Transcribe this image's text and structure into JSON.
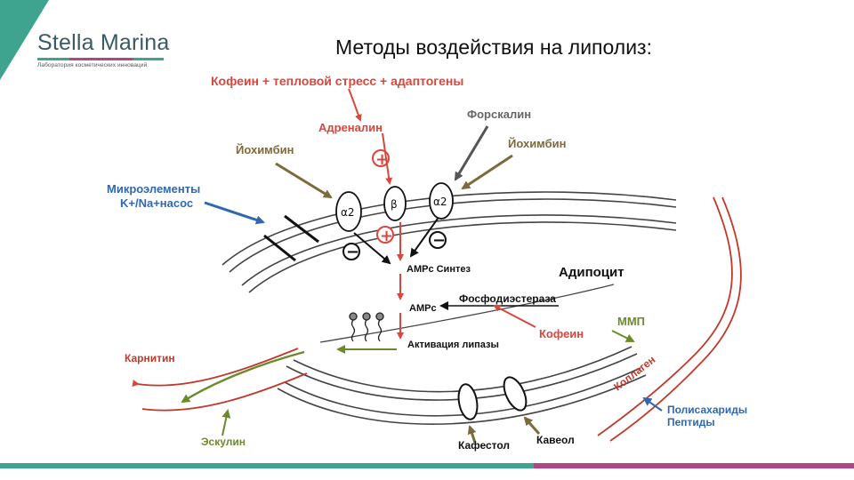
{
  "header": {
    "logo_name": "Stella Marina",
    "logo_tagline": "Лаборатория косметических инноваций",
    "title": "Методы воздействия на липолиз:"
  },
  "colors": {
    "teal": "#3fa48f",
    "magenta": "#b0468a",
    "red": "#d9463c",
    "brown": "#7d6a3c",
    "blue": "#2f68b0",
    "olive": "#6b8a2a",
    "gray": "#555555"
  },
  "diagram": {
    "top_label": "Кофеин + тепловой стресс + адаптогены",
    "adrenaline": "Адреналин",
    "forskolin": "Форскалин",
    "yohimbine_left": "Йохимбин",
    "yohimbine_right": "Йохимбин",
    "microelements_line1": "Микроэлементы",
    "microelements_line2": "K+/Na+насос",
    "receptor_a2_left": "α2",
    "receptor_beta": "β",
    "receptor_a2_right": "α2",
    "amp_synthesis": "AMPc Синтез",
    "adipocyte": "Адипоцит",
    "phosphodiesterase": "Фосфодиэстераза",
    "ampc": "AMPc",
    "caffeine": "Кофеин",
    "lipase_activation": "Активация липазы",
    "mmp": "ММП",
    "carnitine": "Карнитин",
    "collagen": "Коллаген",
    "polysaccharides_line1": "Полисахариды",
    "polysaccharides_line2": "Пептиды",
    "esculin": "Эскулин",
    "cafestol": "Кафестол",
    "kaveol": "Кавеол",
    "plus_sign": "+",
    "minus_sign": "−"
  }
}
